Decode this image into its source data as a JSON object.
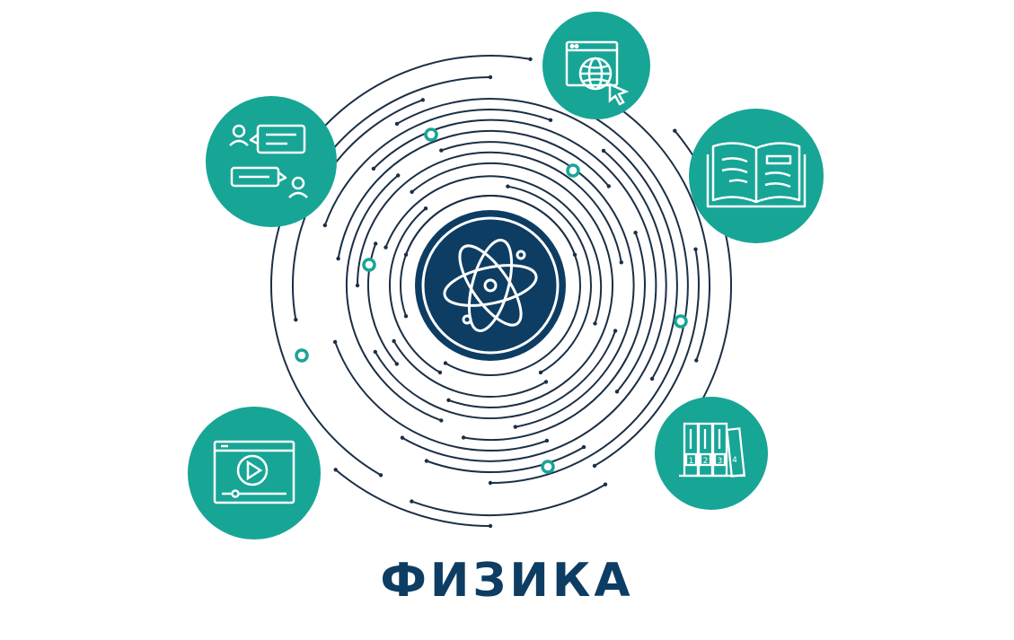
{
  "title": "ФИЗИКА",
  "colors": {
    "teal": "#17a596",
    "navy": "#0e3d63",
    "line": "#1b2f45",
    "background": "#ffffff"
  },
  "icons": [
    "chat-icon",
    "web-globe-icon",
    "open-book-icon",
    "video-player-icon",
    "binders-icon",
    "atom-icon"
  ],
  "binders": {
    "labels": [
      "1",
      "2",
      "3",
      "4"
    ]
  }
}
